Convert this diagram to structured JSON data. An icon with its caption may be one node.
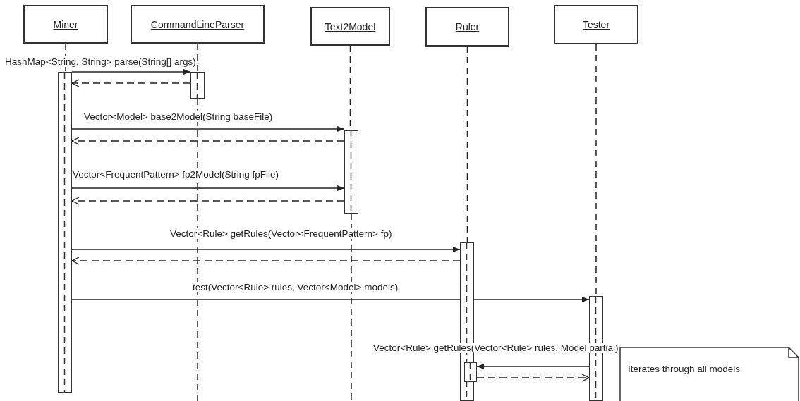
{
  "diagram": {
    "nodes": [
      {
        "text": [
          "Miner"
        ]
      },
      {
        "text": [
          "CommandLineParser"
        ]
      },
      {
        "text": [
          "Text2Model"
        ]
      },
      {
        "text": [
          "Ruler"
        ]
      },
      {
        "text": [
          "Tester"
        ]
      },
      {
        "text": [],
        "shape": "bar"
      },
      {
        "text": [],
        "shape": "bar"
      },
      {
        "text": [],
        "shape": "bar"
      },
      {
        "text": [],
        "shape": "bar"
      },
      {
        "text": [],
        "shape": "bar"
      },
      {
        "text": [],
        "shape": "bar",
        "in": 8
      },
      {
        "text": [
          "Iterates through all models"
        ]
      }
    ],
    "edges": [
      {
        "from": 5,
        "to": 6,
        "arrow": "to",
        "label": "HashMap<String, String> parse(String[] args)"
      },
      {
        "from": 6,
        "to": 5,
        "arrow": "to",
        "style": "dashed"
      },
      {
        "from": 5,
        "to": 7,
        "arrow": "to",
        "label": "Vector<Model> base2Model(String baseFile)"
      },
      {
        "from": 7,
        "to": 5,
        "arrow": "to",
        "style": "dashed"
      },
      {
        "from": 5,
        "to": 7,
        "arrow": "to",
        "label": "Vector<FrequentPattern> fp2Model(String fpFile)"
      },
      {
        "from": 7,
        "to": 5,
        "arrow": "to",
        "style": "dashed"
      },
      {
        "from": 5,
        "to": 8,
        "arrow": "to",
        "label": "Vector<Rule> getRules(Vector<FrequentPattern> fp)"
      },
      {
        "from": 8,
        "to": 5,
        "arrow": "to",
        "style": "dashed"
      },
      {
        "from": 5,
        "to": 9,
        "arrow": "to",
        "label": "test(Vector<Rule> rules, Vector<Model> models)"
      },
      {
        "from": 9,
        "to": 10,
        "arrow": "to",
        "label": "Vector<Rule> getRules(Vector<Rule> rules, Model partial)"
      },
      {
        "from": 10,
        "to": 9,
        "arrow": "to",
        "style": "dashed"
      },
      {
        "from": 0,
        "to": 5,
        "arrow": "none",
        "style": "dashed"
      },
      {
        "from": 1,
        "to": 6,
        "arrow": "none",
        "style": "dashed"
      },
      {
        "from": 6,
        "to": null,
        "arrow": "none",
        "style": "dashed"
      },
      {
        "from": 2,
        "to": 7,
        "arrow": "none",
        "style": "dashed"
      },
      {
        "from": 7,
        "to": null,
        "arrow": "none",
        "style": "dashed"
      },
      {
        "from": 3,
        "to": 8,
        "arrow": "none",
        "style": "dashed"
      },
      {
        "from": 4,
        "to": 9,
        "arrow": "none",
        "style": "dashed"
      }
    ]
  }
}
